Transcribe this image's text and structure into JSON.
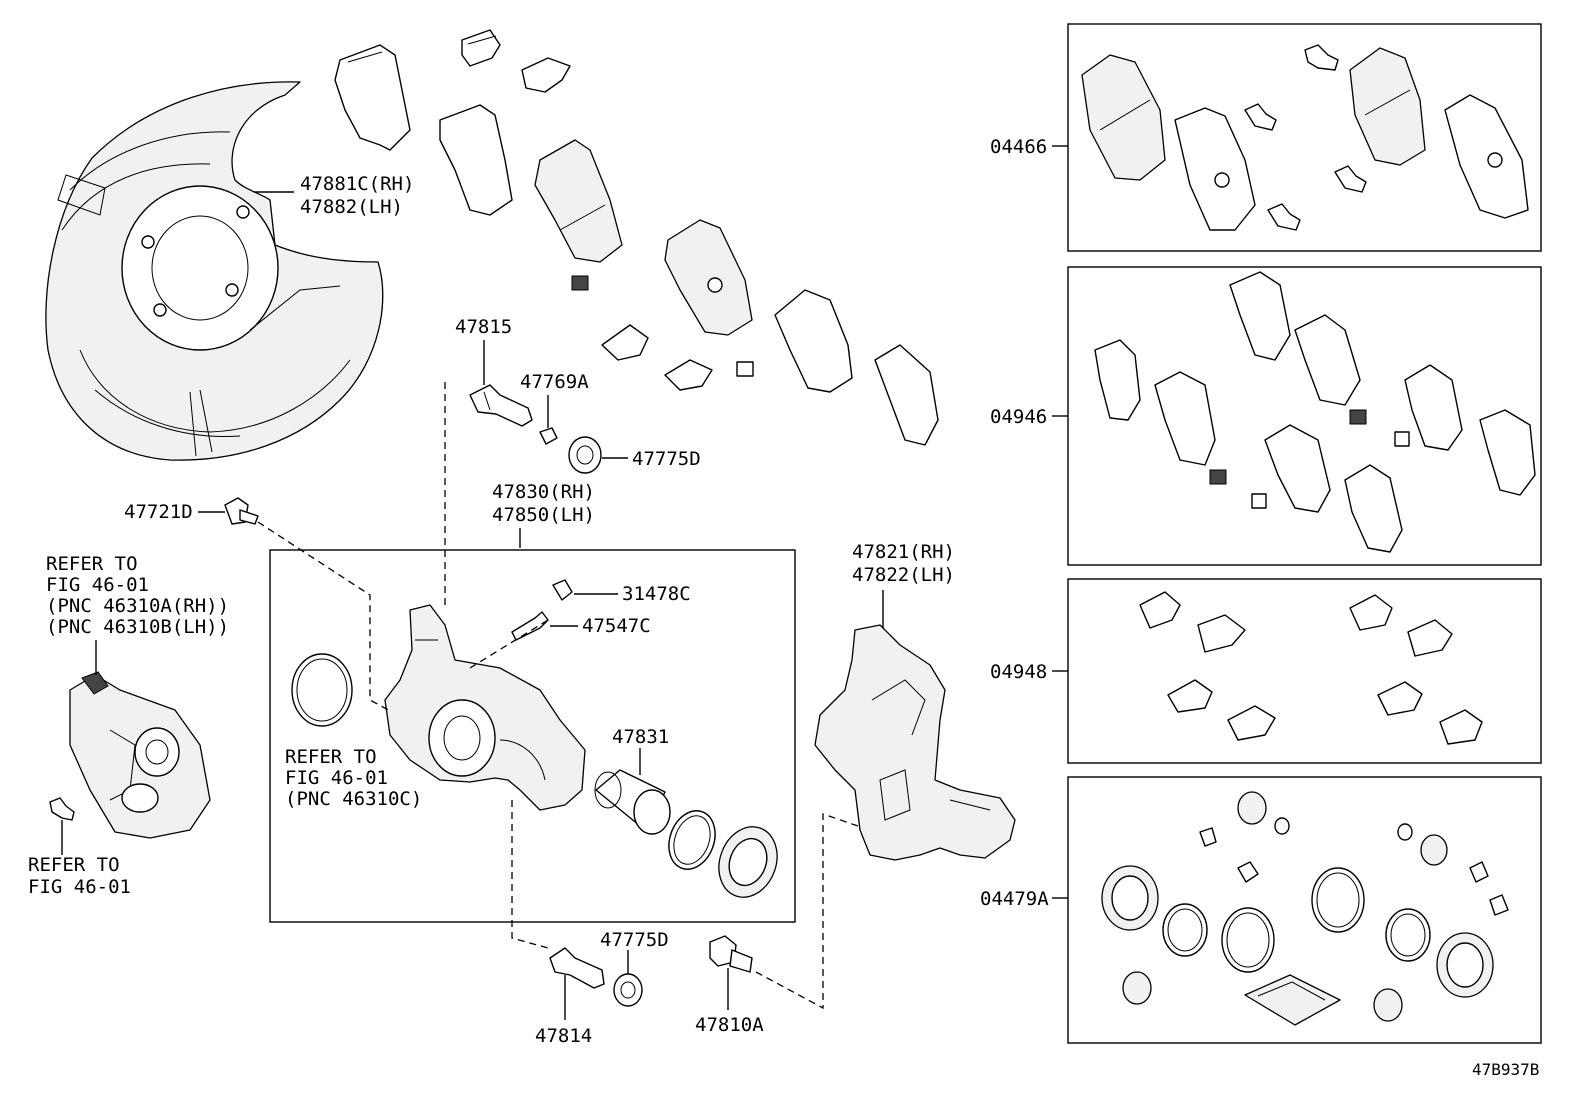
{
  "diagram_code": "47B937B",
  "labels": {
    "shield_rh": "47881C(RH)",
    "shield_lh": "47882(LH)",
    "pin_47815": "47815",
    "bushing_47769A": "47769A",
    "boot_47775D_top": "47775D",
    "bolt_47721D": "47721D",
    "caliper_rh": "47830(RH)",
    "caliper_lh": "47850(LH)",
    "cap_31478C": "31478C",
    "bleeder_47547C": "47547C",
    "piston_47831": "47831",
    "boot_47775D_bottom": "47775D",
    "pin_47814": "47814",
    "bolt_47810A": "47810A",
    "mount_rh": "47821(RH)",
    "mount_lh": "47822(LH)",
    "kit_04466": "04466",
    "kit_04946": "04946",
    "kit_04948": "04948",
    "kit_04479A": "04479A"
  },
  "refer_motor": {
    "line1": "REFER TO",
    "line2": "FIG 46-01",
    "line3": "(PNC 46310A(RH))",
    "line4": "(PNC 46310B(LH))"
  },
  "refer_ring": {
    "line1": "REFER TO",
    "line2": "FIG 46-01",
    "line3": "(PNC 46310C)"
  },
  "refer_bolt": {
    "line1": "REFER TO",
    "line2": "FIG 46-01"
  }
}
